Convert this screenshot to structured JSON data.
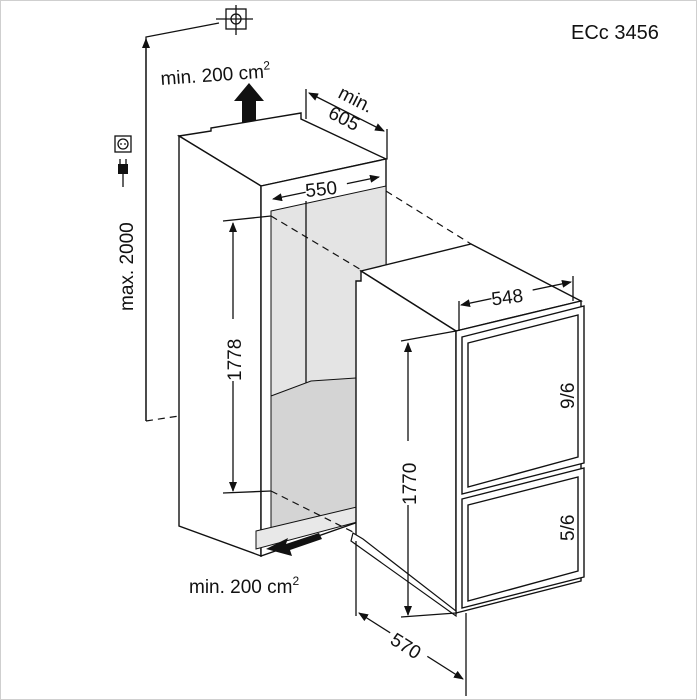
{
  "model": "ECc 3456",
  "ventilation_top": {
    "text": "min. 200 cm",
    "sup": "2"
  },
  "ventilation_bottom": {
    "text": "min. 200 cm",
    "sup": "2"
  },
  "niche_depth": {
    "line1": "min.",
    "line2": "605"
  },
  "niche_width": "550",
  "niche_height": "1778",
  "max_height": "max. 2000",
  "appliance_width": "548",
  "appliance_height": "1770",
  "appliance_depth": "570",
  "door_upper_ratio": "9/6",
  "door_lower_ratio": "5/6",
  "icons": [
    "ceiling-mount-icon",
    "socket-icon",
    "plug-icon"
  ]
}
